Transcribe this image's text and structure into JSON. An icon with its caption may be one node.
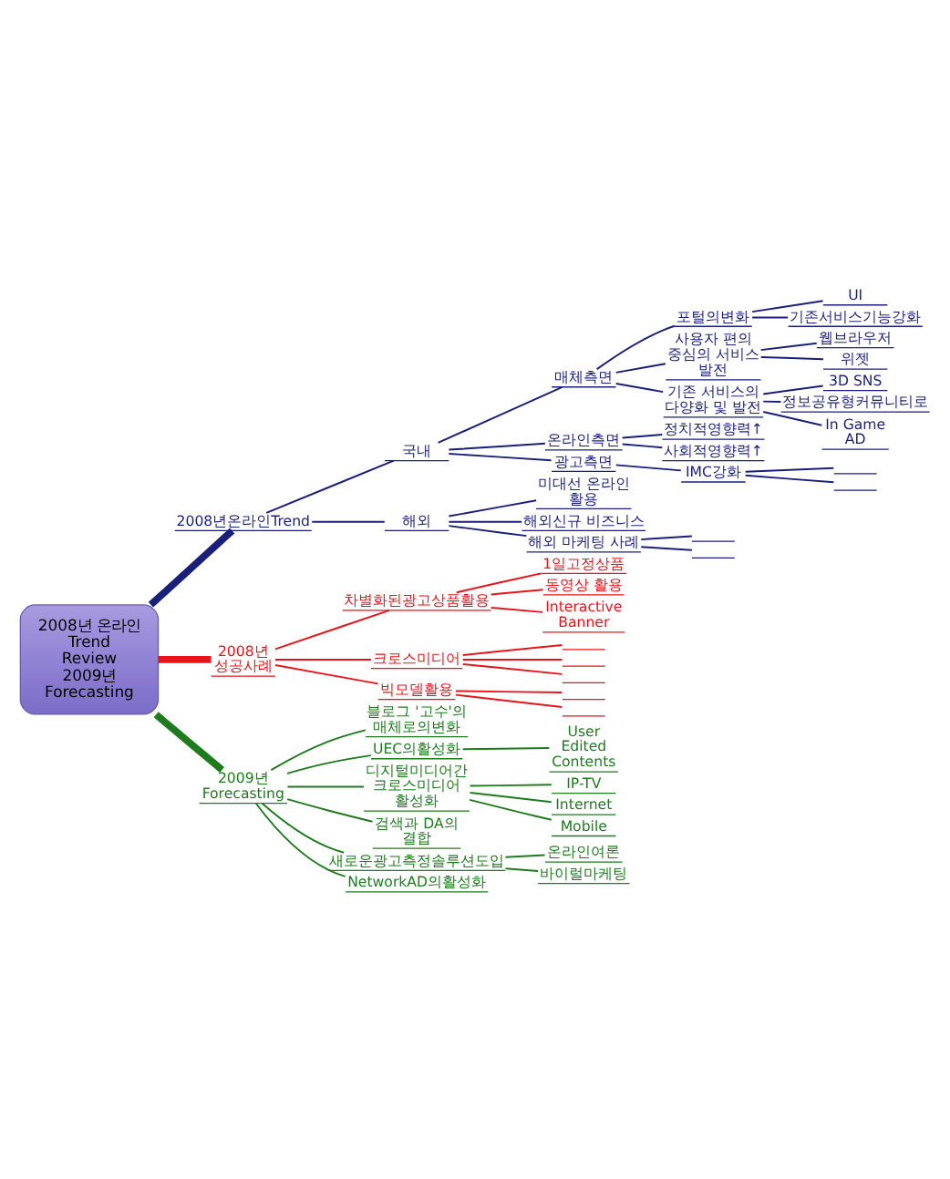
{
  "diagram": {
    "nodes": [
      {
        "text": [
          "2008년 온라인 Trend Review 2009년 Forecasting"
        ]
      },
      {
        "text": [
          "2008년온라인Trend"
        ]
      },
      {
        "text": [
          "국내"
        ]
      },
      {
        "text": [
          "매체측면"
        ]
      },
      {
        "text": [
          "포털의변화"
        ]
      },
      {
        "text": [
          "UI"
        ]
      },
      {
        "text": [
          "기존서비스기능강화"
        ]
      },
      {
        "text": [
          "사용자 편의 중심의 서비스 발전"
        ]
      },
      {
        "text": [
          "웹브라우저"
        ]
      },
      {
        "text": [
          "위젯"
        ]
      },
      {
        "text": [
          "기존 서비스의 다양화 및 발전"
        ]
      },
      {
        "text": [
          "3D SNS"
        ]
      },
      {
        "text": [
          "정보공유형커뮤니티로"
        ]
      },
      {
        "text": [
          "In Game AD"
        ]
      },
      {
        "text": [
          "온라인측면"
        ]
      },
      {
        "text": [
          "정치적영향력↑"
        ]
      },
      {
        "text": [
          "사회적영향력↑"
        ]
      },
      {
        "text": [
          "광고측면"
        ]
      },
      {
        "text": [
          "IMC강화"
        ]
      },
      {
        "text": [],
        "shape": "underline"
      },
      {
        "text": [],
        "shape": "underline"
      },
      {
        "text": [
          "해외"
        ]
      },
      {
        "text": [
          "미대선 온라인 활용"
        ]
      },
      {
        "text": [
          "해외신규 비즈니스"
        ]
      },
      {
        "text": [
          "해외 마케팅 사례"
        ]
      },
      {
        "text": [],
        "shape": "underline"
      },
      {
        "text": [],
        "shape": "underline"
      },
      {
        "text": [
          "2008년 성공사례"
        ]
      },
      {
        "text": [
          "차별화된광고상품활용"
        ]
      },
      {
        "text": [
          "1일고정상품"
        ]
      },
      {
        "text": [
          "동영상 활용"
        ]
      },
      {
        "text": [
          "Interactive Banner"
        ]
      },
      {
        "text": [
          "크로스미디어"
        ]
      },
      {
        "text": [],
        "shape": "underline"
      },
      {
        "text": [],
        "shape": "underline"
      },
      {
        "text": [],
        "shape": "underline"
      },
      {
        "text": [
          "빅모델활용"
        ]
      },
      {
        "text": [],
        "shape": "underline"
      },
      {
        "text": [],
        "shape": "underline"
      },
      {
        "text": [
          "2009년 Forecasting"
        ]
      },
      {
        "text": [
          "블로그 '고수'의 매체로의변화"
        ]
      },
      {
        "text": [
          "UEC의활성화"
        ]
      },
      {
        "text": [
          "User Edited Contents"
        ]
      },
      {
        "text": [
          "디지털미디어간 크로스미디어 활성화"
        ]
      },
      {
        "text": [
          "IP-TV"
        ]
      },
      {
        "text": [
          "Internet"
        ]
      },
      {
        "text": [
          "Mobile"
        ]
      },
      {
        "text": [
          "검색과 DA의 결합"
        ]
      },
      {
        "text": [
          "새로운광고측정솔루션도입"
        ]
      },
      {
        "text": [
          "온라인여론"
        ]
      },
      {
        "text": [
          "바이럴마케팅"
        ]
      },
      {
        "text": [
          "NetworkAD의활성화"
        ]
      }
    ],
    "edges": [
      {
        "from": 0,
        "to": 1,
        "arrow": "none",
        "style": "thick",
        "color": "#1a1f7a"
      },
      {
        "from": 1,
        "to": 2,
        "arrow": "none",
        "color": "#1a1f7a"
      },
      {
        "from": 2,
        "to": 3,
        "arrow": "none",
        "color": "#1a1f7a"
      },
      {
        "from": 3,
        "to": 4,
        "arrow": "none",
        "color": "#1a1f7a"
      },
      {
        "from": 4,
        "to": 5,
        "arrow": "none",
        "color": "#1a1f7a"
      },
      {
        "from": 4,
        "to": 6,
        "arrow": "none",
        "color": "#1a1f7a"
      },
      {
        "from": 3,
        "to": 7,
        "arrow": "none",
        "color": "#1a1f7a"
      },
      {
        "from": 7,
        "to": 8,
        "arrow": "none",
        "color": "#1a1f7a"
      },
      {
        "from": 7,
        "to": 9,
        "arrow": "none",
        "color": "#1a1f7a"
      },
      {
        "from": 3,
        "to": 10,
        "arrow": "none",
        "color": "#1a1f7a"
      },
      {
        "from": 10,
        "to": 11,
        "arrow": "none",
        "color": "#1a1f7a"
      },
      {
        "from": 10,
        "to": 12,
        "arrow": "none",
        "color": "#1a1f7a"
      },
      {
        "from": 10,
        "to": 13,
        "arrow": "none",
        "color": "#1a1f7a"
      },
      {
        "from": 2,
        "to": 14,
        "arrow": "none",
        "color": "#1a1f7a"
      },
      {
        "from": 14,
        "to": 15,
        "arrow": "none",
        "color": "#1a1f7a"
      },
      {
        "from": 14,
        "to": 16,
        "arrow": "none",
        "color": "#1a1f7a"
      },
      {
        "from": 2,
        "to": 17,
        "arrow": "none",
        "color": "#1a1f7a"
      },
      {
        "from": 17,
        "to": 18,
        "arrow": "none",
        "color": "#1a1f7a"
      },
      {
        "from": 18,
        "to": 19,
        "arrow": "none",
        "color": "#1a1f7a"
      },
      {
        "from": 18,
        "to": 20,
        "arrow": "none",
        "color": "#1a1f7a"
      },
      {
        "from": 1,
        "to": 21,
        "arrow": "none",
        "color": "#1a1f7a"
      },
      {
        "from": 21,
        "to": 22,
        "arrow": "none",
        "color": "#1a1f7a"
      },
      {
        "from": 21,
        "to": 23,
        "arrow": "none",
        "color": "#1a1f7a"
      },
      {
        "from": 21,
        "to": 24,
        "arrow": "none",
        "color": "#1a1f7a"
      },
      {
        "from": 24,
        "to": 25,
        "arrow": "none",
        "color": "#1a1f7a"
      },
      {
        "from": 24,
        "to": 26,
        "arrow": "none",
        "color": "#1a1f7a"
      },
      {
        "from": 0,
        "to": 27,
        "arrow": "none",
        "style": "thick",
        "color": "#e8141c"
      },
      {
        "from": 27,
        "to": 28,
        "arrow": "none",
        "color": "#e8141c"
      },
      {
        "from": 28,
        "to": 29,
        "arrow": "none",
        "color": "#e8141c"
      },
      {
        "from": 28,
        "to": 30,
        "arrow": "none",
        "color": "#e8141c"
      },
      {
        "from": 28,
        "to": 31,
        "arrow": "none",
        "color": "#e8141c"
      },
      {
        "from": 27,
        "to": 32,
        "arrow": "none",
        "color": "#e8141c"
      },
      {
        "from": 32,
        "to": 33,
        "arrow": "none",
        "color": "#e8141c"
      },
      {
        "from": 32,
        "to": 34,
        "arrow": "none",
        "color": "#e8141c"
      },
      {
        "from": 32,
        "to": 35,
        "arrow": "none",
        "color": "#e8141c"
      },
      {
        "from": 27,
        "to": 36,
        "arrow": "none",
        "color": "#e8141c"
      },
      {
        "from": 36,
        "to": 37,
        "arrow": "none",
        "color": "#e8141c"
      },
      {
        "from": 36,
        "to": 38,
        "arrow": "none",
        "color": "#e8141c"
      },
      {
        "from": 0,
        "to": 39,
        "arrow": "none",
        "style": "thick",
        "color": "#1e7b1e"
      },
      {
        "from": 39,
        "to": 40,
        "arrow": "none",
        "color": "#1e7b1e"
      },
      {
        "from": 39,
        "to": 41,
        "arrow": "none",
        "color": "#1e7b1e"
      },
      {
        "from": 41,
        "to": 42,
        "arrow": "none",
        "color": "#1e7b1e"
      },
      {
        "from": 39,
        "to": 43,
        "arrow": "none",
        "color": "#1e7b1e"
      },
      {
        "from": 43,
        "to": 44,
        "arrow": "none",
        "color": "#1e7b1e"
      },
      {
        "from": 43,
        "to": 45,
        "arrow": "none",
        "color": "#1e7b1e"
      },
      {
        "from": 43,
        "to": 46,
        "arrow": "none",
        "color": "#1e7b1e"
      },
      {
        "from": 39,
        "to": 47,
        "arrow": "none",
        "color": "#1e7b1e"
      },
      {
        "from": 39,
        "to": 48,
        "arrow": "none",
        "color": "#1e7b1e"
      },
      {
        "from": 48,
        "to": 49,
        "arrow": "none",
        "color": "#1e7b1e"
      },
      {
        "from": 48,
        "to": 50,
        "arrow": "none",
        "color": "#1e7b1e"
      },
      {
        "from": 39,
        "to": 51,
        "arrow": "none",
        "color": "#1e7b1e"
      }
    ]
  }
}
